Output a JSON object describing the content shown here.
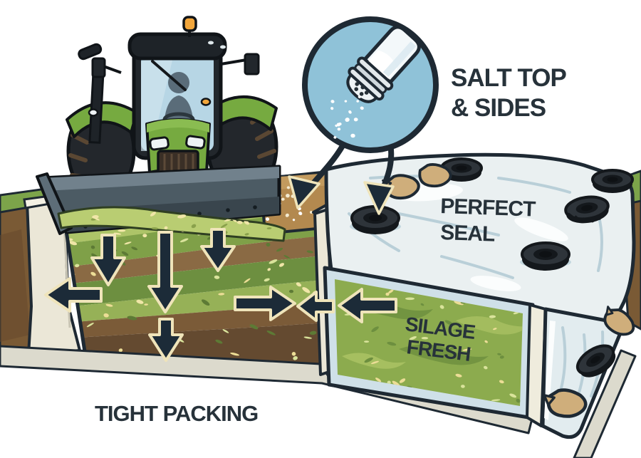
{
  "diagram": {
    "title": "Silage pit preservation illustration",
    "labels": {
      "salt_line1": "SALT TOP",
      "salt_line2": "& SIDES",
      "seal_line1": "PERFECT",
      "seal_line2": "SEAL",
      "fresh_line1": "SILAGE",
      "fresh_line2": "FRESH",
      "packing": "TIGHT PACKING"
    },
    "icons": [
      "salt-shaker-icon",
      "tractor-icon",
      "dozer-blade-icon",
      "tire-icon",
      "sandbag-icon",
      "compaction-arrow-icon",
      "plastic-sheet",
      "concrete-wall",
      "silage-layers"
    ],
    "colors": {
      "outline": "#1e2933",
      "text": "#27323a",
      "circle": "#8fc2d8",
      "plastic": "#eaf0f1",
      "plasticShade": "#c3d7de",
      "greenFace": "#8cab4e",
      "greenLight": "#a9c163",
      "greenDark": "#6d8f3f",
      "salt": "#b3894f",
      "saltDot": "#f3ead0",
      "concrete": "#ebe7d7",
      "concreteShade": "#d9d5c5",
      "slab": "#dcdacd",
      "earth": "#7a5a35",
      "earthDark": "#66492b",
      "grass": "#7ca44a",
      "tire": "#2e343a",
      "tireDark": "#14181c",
      "sandbag": "#cfae7b",
      "tractorGreen": "#76aa40",
      "glass": "#b7d6e5",
      "blade": "#4c5b64",
      "arrow": "#1c2b38",
      "arrowOutline": "#efe4ba",
      "fleck": "#ecdd96"
    }
  }
}
